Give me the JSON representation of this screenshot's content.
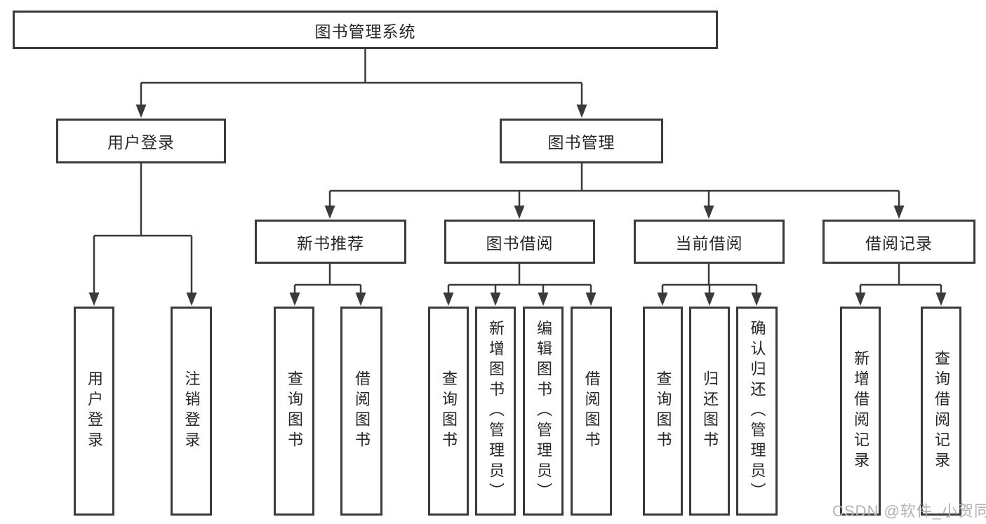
{
  "diagram": {
    "title": "图书管理系统",
    "root": {
      "label": "图书管理系统"
    },
    "level2": [
      {
        "id": "user-login",
        "label": "用户登录"
      },
      {
        "id": "book-management",
        "label": "图书管理"
      }
    ],
    "level3": [
      {
        "id": "new-book-recommend",
        "label": "新书推荐",
        "parent": "图书管理"
      },
      {
        "id": "book-borrow",
        "label": "图书借阅",
        "parent": "图书管理"
      },
      {
        "id": "current-borrow",
        "label": "当前借阅",
        "parent": "图书管理"
      },
      {
        "id": "borrow-records",
        "label": "借阅记录",
        "parent": "图书管理"
      }
    ],
    "leaves": [
      {
        "label": "用户登录",
        "parent": "用户登录"
      },
      {
        "label": "注销登录",
        "parent": "用户登录"
      },
      {
        "label": "查询图书",
        "parent": "新书推荐"
      },
      {
        "label": "借阅图书",
        "parent": "新书推荐"
      },
      {
        "label": "查询图书",
        "parent": "图书借阅"
      },
      {
        "label": "新增图书（管理员）",
        "parent": "图书借阅"
      },
      {
        "label": "编辑图书（管理员）",
        "parent": "图书借阅"
      },
      {
        "label": "借阅图书",
        "parent": "图书借阅"
      },
      {
        "label": "查询图书",
        "parent": "当前借阅"
      },
      {
        "label": "归还图书",
        "parent": "当前借阅"
      },
      {
        "label": "确认归还（管理员）",
        "parent": "当前借阅"
      },
      {
        "label": "新增借阅记录",
        "parent": "借阅记录"
      },
      {
        "label": "查询借阅记录",
        "parent": "借阅记录"
      }
    ],
    "watermark": "CSDN @软件_小贺同学",
    "colors": {
      "line": "#3a3a3a",
      "text": "#262626",
      "watermark": "#b3b3b3",
      "background": "#ffffff"
    }
  }
}
